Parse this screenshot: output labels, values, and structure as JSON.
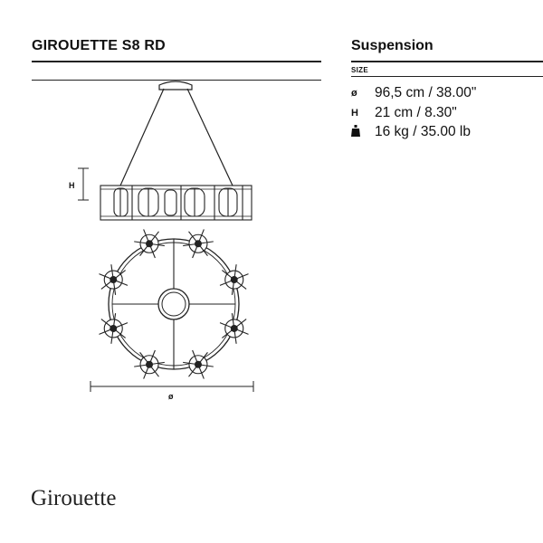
{
  "header": {
    "product_name": "GIROUETTE S8 RD",
    "category": "Suspension"
  },
  "specs": {
    "size_label": "SIZE",
    "rows": [
      {
        "icon": "ø",
        "icon_name": "diameter-icon",
        "value": "96,5 cm / 38.00\""
      },
      {
        "icon": "H",
        "icon_name": "height-icon",
        "value": "21 cm / 8.30\""
      },
      {
        "icon": "weight",
        "icon_name": "weight-icon",
        "value": "16 kg / 35.00 lb"
      }
    ]
  },
  "drawing": {
    "height_label": "H",
    "diameter_label": "ø"
  },
  "footer": {
    "brand": "Girouette"
  }
}
